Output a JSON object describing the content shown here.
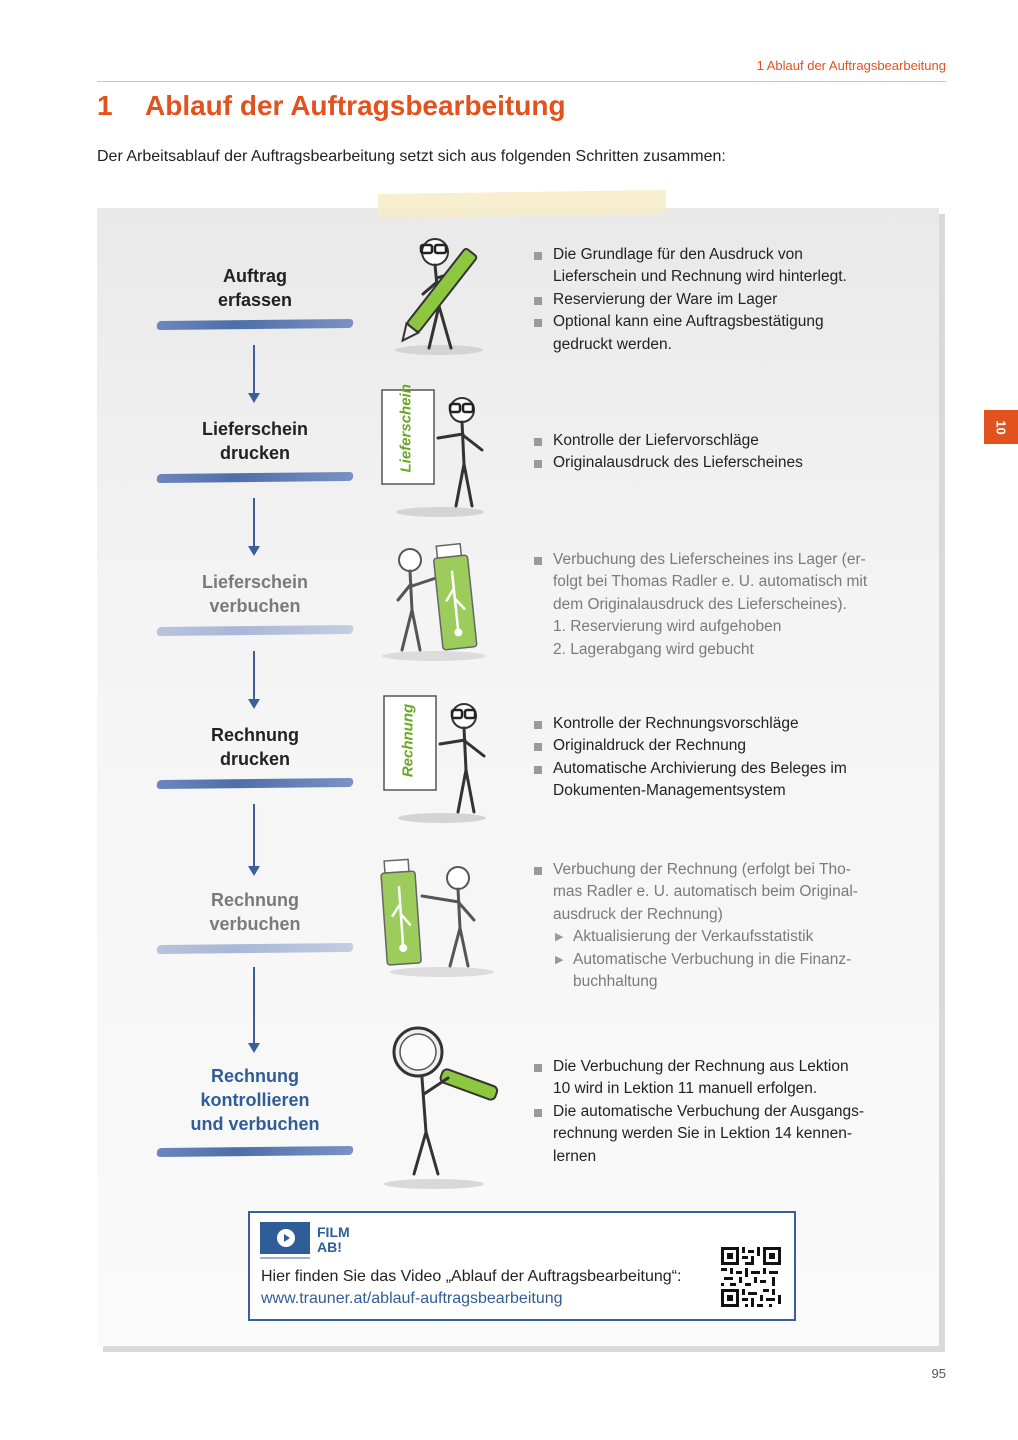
{
  "running_head": "1  Ablauf der Auftragsbearbeitung",
  "chapter": {
    "number": "1",
    "title": "Ablauf der Auftragsbearbeitung"
  },
  "intro": "Der Arbeitsablauf der Auftragsbearbeitung setzt sich aus folgenden Schritten zusammen:",
  "side_tab": "10",
  "page_number": "95",
  "steps": [
    {
      "label": "Auftrag\nerfassen",
      "bullets": [
        "Die Grundlage für den Ausdruck von",
        "Lieferschein und Rechnung wird hinterlegt.",
        "Reservierung der Ware im Lager",
        "Optional kann eine Auftragsbestätigung",
        "gedruckt werden."
      ]
    },
    {
      "label": "Lieferschein\ndrucken",
      "sign": "Lieferschein",
      "bullets": [
        "Kontrolle der Liefervorschläge",
        "Originalausdruck des Lieferscheines"
      ]
    },
    {
      "label": "Lieferschein\nverbuchen",
      "bullets": [
        "Verbuchung des Lieferscheines ins Lager (er-",
        "folgt bei Thomas Radler e. U. automatisch mit",
        "dem Originalausdruck des Lieferscheines).",
        "1.  Reservierung wird aufgehoben",
        "2.  Lagerabgang wird gebucht"
      ]
    },
    {
      "label": "Rechnung\ndrucken",
      "sign": "Rechnung",
      "bullets": [
        "Kontrolle der Rechnungsvorschläge",
        "Originaldruck der Rechnung",
        "Automatische Archivierung des Beleges im",
        "Dokumenten-Managementsystem"
      ]
    },
    {
      "label": "Rechnung\nverbuchen",
      "bullets": [
        "Verbuchung der Rechnung (erfolgt bei Tho-",
        "mas Radler e. U. automatisch beim Original-",
        "ausdruck der Rechnung)",
        "Aktualisierung der Verkaufsstatistik",
        "Automatische Verbuchung in die Finanz-",
        "buchhaltung"
      ]
    },
    {
      "label": "Rechnung\nkontrollieren\nund verbuchen",
      "bullets": [
        "Die Verbuchung der Rechnung aus Lektion",
        "10 wird in Lektion 11 manuell erfolgen.",
        "Die automatische Verbuchung der Ausgangs-",
        "rechnung werden Sie in Lektion 14 kennen-",
        "lernen"
      ]
    }
  ],
  "film": {
    "title": "FILM\nAB!",
    "text": "Hier finden Sie das Video „Ablauf der Auftragsbearbeitung“:",
    "link": "www.trauner.at/ablauf-auftragsbearbeitung"
  },
  "colors": {
    "accent": "#e2521f",
    "blue": "#2f5d97",
    "green": "#8dc63f",
    "gray_text": "#7a7a7a"
  },
  "icons": [
    "play-icon",
    "qr-code",
    "pencil-figure",
    "sign-figure",
    "usb-stick-figure",
    "magnifier-figure"
  ]
}
